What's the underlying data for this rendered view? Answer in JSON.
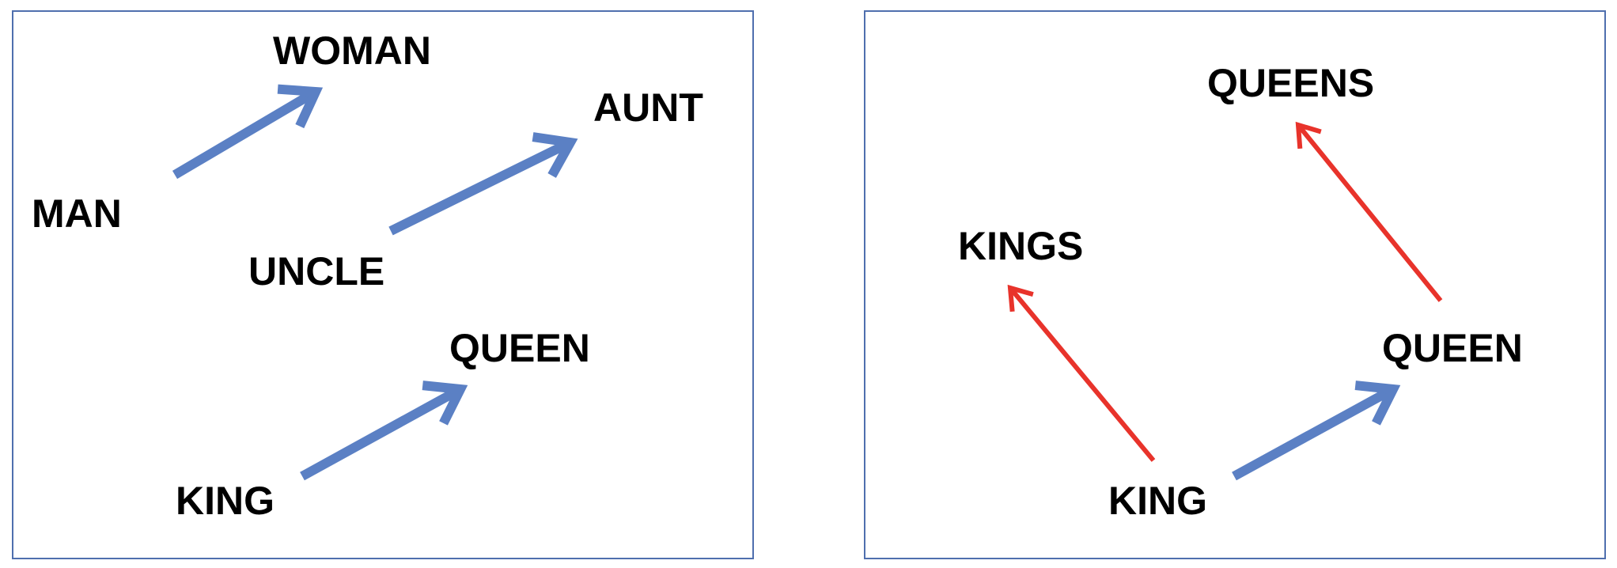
{
  "colors": {
    "blue_arrow": "#5b80c4",
    "red_arrow": "#e8332b",
    "panel_border": "#4f6fae",
    "text": "#000000"
  },
  "left_panel": {
    "words": {
      "woman": "WOMAN",
      "aunt": "AUNT",
      "man": "MAN",
      "uncle": "UNCLE",
      "queen": "QUEEN",
      "king": "KING"
    },
    "arrows": [
      {
        "from": "MAN",
        "to": "WOMAN",
        "color": "blue"
      },
      {
        "from": "UNCLE",
        "to": "AUNT",
        "color": "blue"
      },
      {
        "from": "KING",
        "to": "QUEEN",
        "color": "blue"
      }
    ]
  },
  "right_panel": {
    "words": {
      "queens": "QUEENS",
      "kings": "KINGS",
      "queen": "QUEEN",
      "king": "KING"
    },
    "arrows": [
      {
        "from": "KING",
        "to": "KINGS",
        "color": "red"
      },
      {
        "from": "QUEEN",
        "to": "QUEENS",
        "color": "red"
      },
      {
        "from": "KING",
        "to": "QUEEN",
        "color": "blue"
      }
    ]
  }
}
